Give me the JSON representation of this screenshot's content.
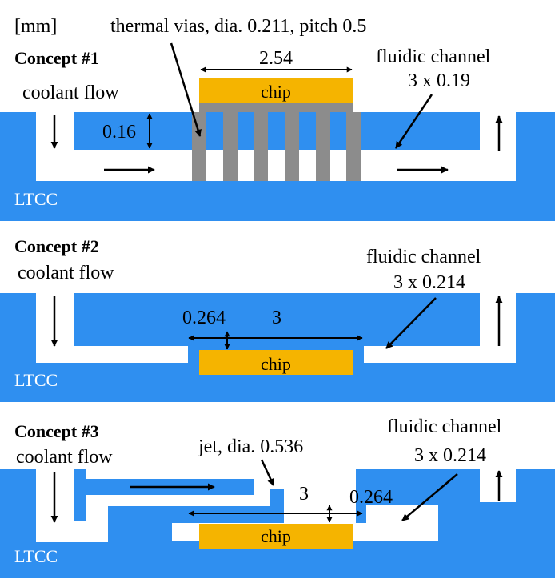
{
  "unit_label": "[mm]",
  "colors": {
    "ltcc": "#2f8ff0",
    "channel": "#ffffff",
    "chip": "#f5b400",
    "vias": "#8c8c8c",
    "text": "#000000",
    "ltcc_label": "#ffffff"
  },
  "concepts": [
    {
      "title": "Concept #1",
      "coolant_label": "coolant flow",
      "top_annotation": "thermal vias, dia. 0.211, pitch 0.5",
      "chip_width_label": "2.54",
      "chip_label": "chip",
      "channel_label_line1": "fluidic channel",
      "channel_label_line2": "3 x 0.19",
      "height_label": "0.16",
      "substrate_label": "LTCC"
    },
    {
      "title": "Concept #2",
      "coolant_label": "coolant flow",
      "channel_label_line1": "fluidic channel",
      "channel_label_line2": "3 x 0.214",
      "height_label": "0.264",
      "width_label": "3",
      "chip_label": "chip",
      "substrate_label": "LTCC"
    },
    {
      "title": "Concept #3",
      "coolant_label": "coolant flow",
      "jet_label": "jet, dia. 0.536",
      "channel_label_line1": "fluidic channel",
      "channel_label_line2": "3 x 0.214",
      "width_label": "3",
      "height_label": "0.264",
      "chip_label": "chip",
      "substrate_label": "LTCC"
    }
  ]
}
